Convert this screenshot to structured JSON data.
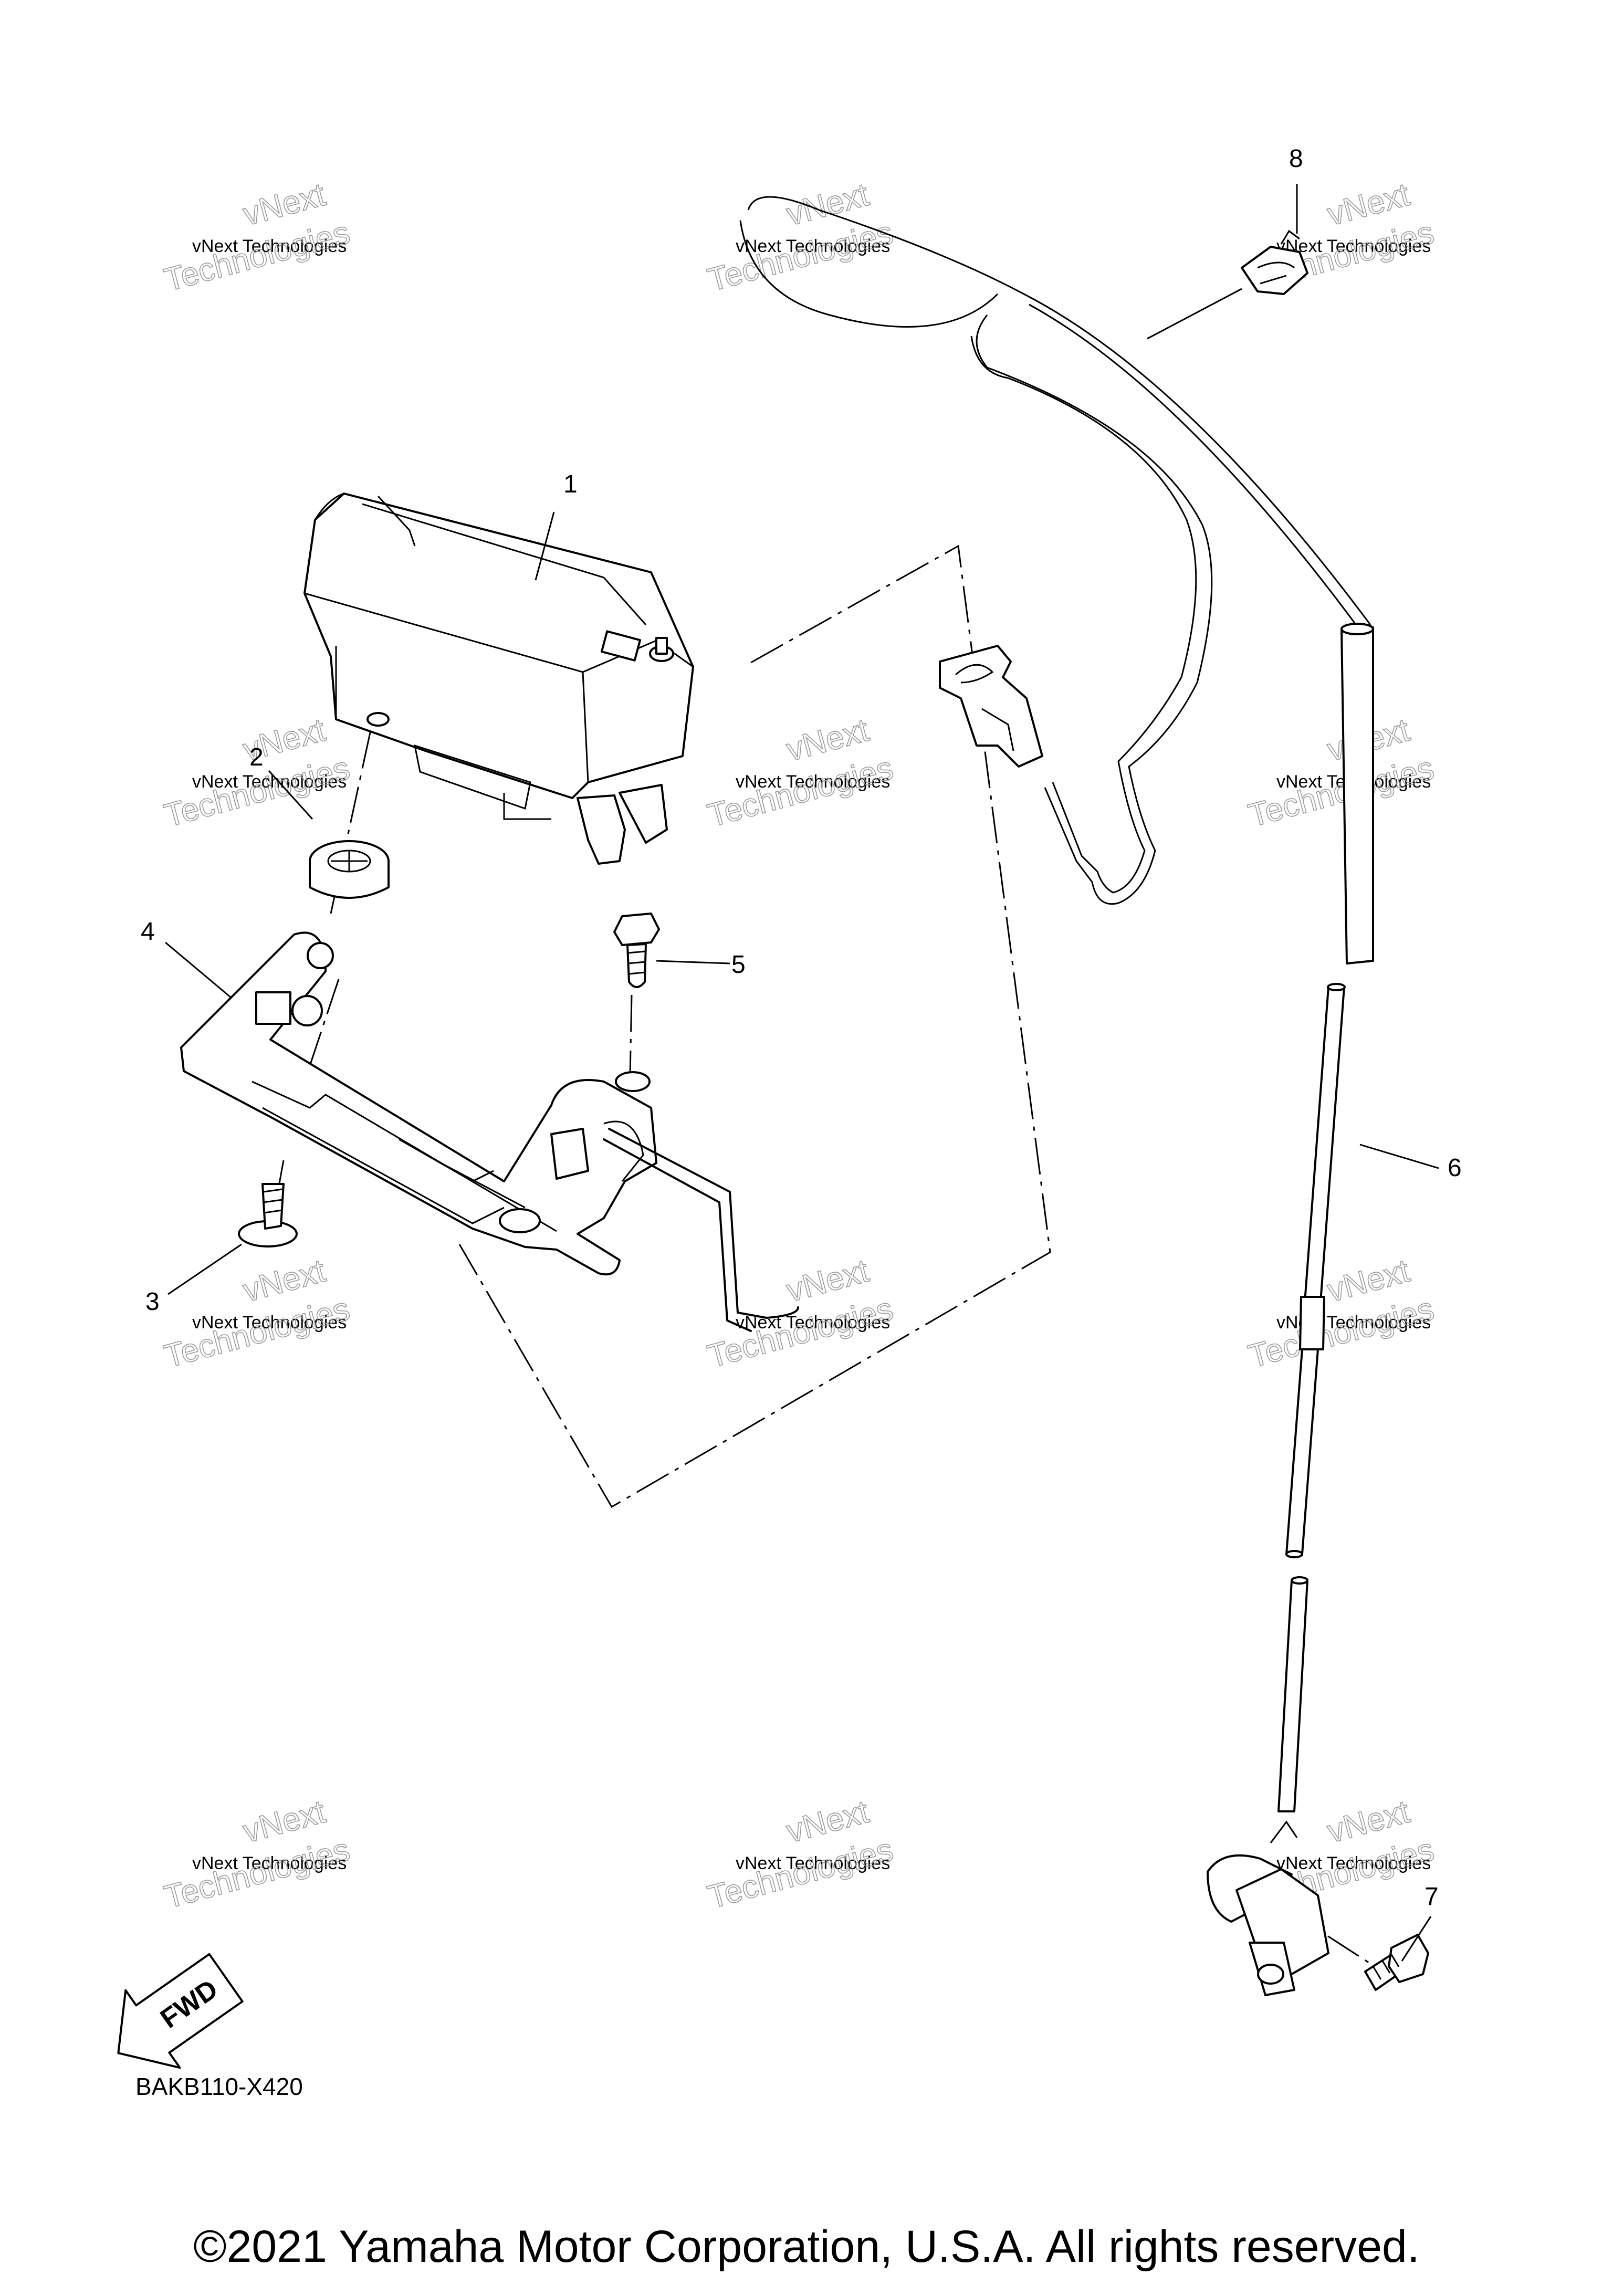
{
  "callouts": [
    "1",
    "2",
    "3",
    "4",
    "5",
    "6",
    "7",
    "8"
  ],
  "watermark": {
    "line1": "vNext Technologies",
    "line2": "vNext",
    "line3": "Technologies"
  },
  "fwd_label": "FWD",
  "diagram_code": "BAKB110-X420",
  "copyright": "©2021 Yamaha Motor Corporation, U.S.A. All rights reserved."
}
